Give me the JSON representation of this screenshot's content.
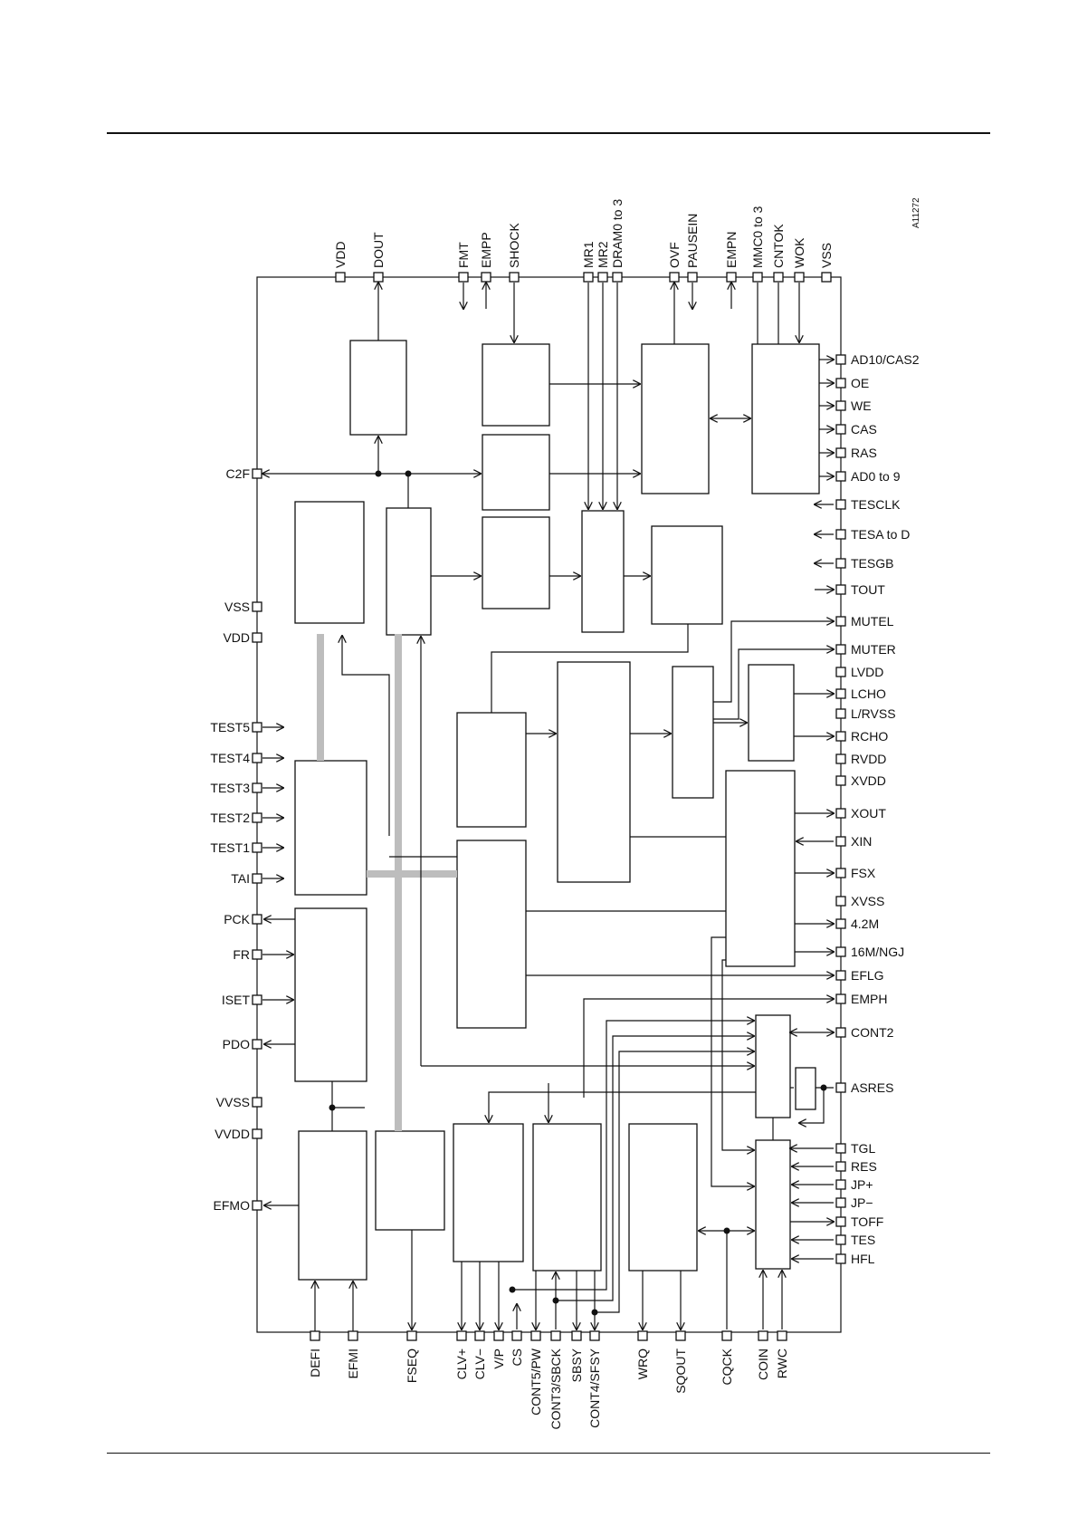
{
  "figure_id": "A11272",
  "pins": {
    "top": [
      {
        "id": "vdd",
        "label": "VDD"
      },
      {
        "id": "dout",
        "label": "DOUT"
      },
      {
        "id": "fmt",
        "label": "FMT"
      },
      {
        "id": "empp",
        "label": "EMPP"
      },
      {
        "id": "shock",
        "label": "SHOCK"
      },
      {
        "id": "mr1",
        "label": "MR1"
      },
      {
        "id": "mr2",
        "label": "MR2"
      },
      {
        "id": "dram",
        "label": "DRAM0 to 3"
      },
      {
        "id": "ovf",
        "label": "OVF"
      },
      {
        "id": "pausein",
        "label": "PAUSEIN"
      },
      {
        "id": "empn",
        "label": "EMPN"
      },
      {
        "id": "mmc",
        "label": "MMC0 to 3"
      },
      {
        "id": "cntok",
        "label": "CNTOK"
      },
      {
        "id": "wok",
        "label": "WOK"
      },
      {
        "id": "vss",
        "label": "VSS"
      }
    ],
    "left": [
      {
        "id": "c2f",
        "label": "C2F"
      },
      {
        "id": "vss",
        "label": "VSS"
      },
      {
        "id": "vdd",
        "label": "VDD"
      },
      {
        "id": "test5",
        "label": "TEST5"
      },
      {
        "id": "test4",
        "label": "TEST4"
      },
      {
        "id": "test3",
        "label": "TEST3"
      },
      {
        "id": "test2",
        "label": "TEST2"
      },
      {
        "id": "test1",
        "label": "TEST1"
      },
      {
        "id": "tai",
        "label": "TAI"
      },
      {
        "id": "pck",
        "label": "PCK"
      },
      {
        "id": "fr",
        "label": "FR"
      },
      {
        "id": "iset",
        "label": "ISET"
      },
      {
        "id": "pdo",
        "label": "PDO"
      },
      {
        "id": "vvss",
        "label": "VVSS"
      },
      {
        "id": "vvdd",
        "label": "VVDD"
      },
      {
        "id": "efmo",
        "label": "EFMO"
      }
    ],
    "right": [
      {
        "id": "ad10",
        "label": "AD10/CAS2"
      },
      {
        "id": "oe",
        "label": "OE"
      },
      {
        "id": "we",
        "label": "WE"
      },
      {
        "id": "cas",
        "label": "CAS"
      },
      {
        "id": "ras",
        "label": "RAS"
      },
      {
        "id": "ad09",
        "label": "AD0 to 9"
      },
      {
        "id": "tesclk",
        "label": "TESCLK"
      },
      {
        "id": "tesa",
        "label": "TESA to D"
      },
      {
        "id": "tesgb",
        "label": "TESGB"
      },
      {
        "id": "tout",
        "label": "TOUT"
      },
      {
        "id": "mutel",
        "label": "MUTEL"
      },
      {
        "id": "muter",
        "label": "MUTER"
      },
      {
        "id": "lvdd",
        "label": "LVDD"
      },
      {
        "id": "lcho",
        "label": "LCHO"
      },
      {
        "id": "lrvss",
        "label": "L/RVSS"
      },
      {
        "id": "rcho",
        "label": "RCHO"
      },
      {
        "id": "rvdd",
        "label": "RVDD"
      },
      {
        "id": "xvdd",
        "label": "XVDD"
      },
      {
        "id": "xout",
        "label": "XOUT"
      },
      {
        "id": "xin",
        "label": "XIN"
      },
      {
        "id": "fsx",
        "label": "FSX"
      },
      {
        "id": "xvss",
        "label": "XVSS"
      },
      {
        "id": "m42",
        "label": "4.2M"
      },
      {
        "id": "ngj",
        "label": "16M/NGJ"
      },
      {
        "id": "eflg",
        "label": "EFLG"
      },
      {
        "id": "emph",
        "label": "EMPH"
      },
      {
        "id": "cont2",
        "label": "CONT2"
      },
      {
        "id": "asres",
        "label": "ASRES"
      },
      {
        "id": "tgl",
        "label": "TGL"
      },
      {
        "id": "res",
        "label": "RES"
      },
      {
        "id": "jpp",
        "label": "JP+"
      },
      {
        "id": "jpm",
        "label": "JP−"
      },
      {
        "id": "toff",
        "label": "TOFF"
      },
      {
        "id": "tes",
        "label": "TES"
      },
      {
        "id": "hfl",
        "label": "HFL"
      }
    ],
    "bottom": [
      {
        "id": "defi",
        "label": "DEFI"
      },
      {
        "id": "efmi",
        "label": "EFMI"
      },
      {
        "id": "fseq",
        "label": "FSEQ"
      },
      {
        "id": "clvp",
        "label": "CLV+"
      },
      {
        "id": "clvm",
        "label": "CLV−"
      },
      {
        "id": "vp",
        "label": "V/P"
      },
      {
        "id": "cs",
        "label": "CS"
      },
      {
        "id": "cont5",
        "label": "CONT5/PW"
      },
      {
        "id": "cont3",
        "label": "CONT3/SBCK"
      },
      {
        "id": "sbsy",
        "label": "SBSY"
      },
      {
        "id": "cont4",
        "label": "CONT4/SFSY"
      },
      {
        "id": "wrq",
        "label": "WRQ"
      },
      {
        "id": "sqout",
        "label": "SQOUT"
      },
      {
        "id": "cqck",
        "label": "CQCK"
      },
      {
        "id": "coin",
        "label": "COIN"
      },
      {
        "id": "rwc",
        "label": "RWC"
      }
    ]
  }
}
